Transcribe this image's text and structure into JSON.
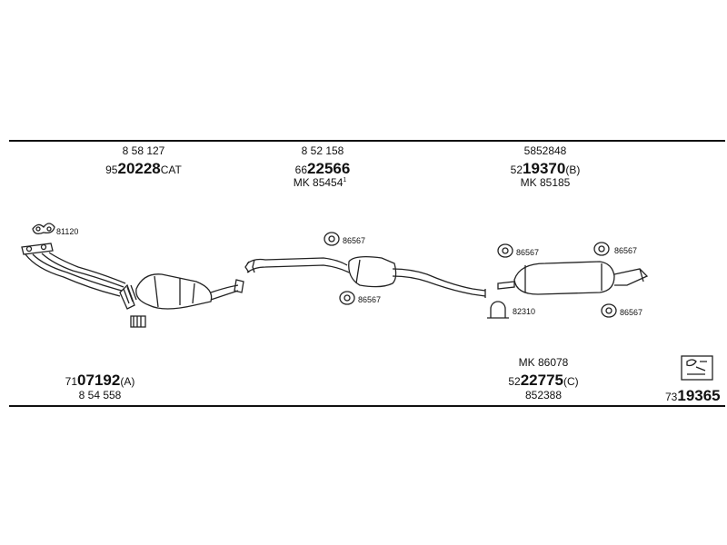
{
  "top_left": {
    "ref": "8 58 127",
    "code_prefix": "95",
    "code_main": "20228",
    "code_suffix": "CAT"
  },
  "top_center": {
    "ref": "8 52 158",
    "code_prefix": "66",
    "code_main": "22566",
    "mk": "MK 85454",
    "mk_sup": "1"
  },
  "top_right": {
    "ref": "5852848",
    "code_prefix": "52",
    "code_main": "19370",
    "code_suffix": "(B)",
    "mk": "MK 85185"
  },
  "bottom_left": {
    "code_prefix": "71",
    "code_main": "07192",
    "code_suffix": "(A)",
    "ref": "8 54 558"
  },
  "bottom_center": {
    "mk": "MK 86078",
    "code_prefix": "52",
    "code_main": "22775",
    "code_suffix": "(C)",
    "ref": "852388"
  },
  "bottom_right": {
    "code_prefix": "73",
    "code_main": "19365"
  },
  "parts": {
    "gasket": "81120",
    "hanger_mid_top": "86567",
    "hanger_mid_bottom": "86567",
    "hanger_rear_left": "86567",
    "hanger_rear_right_top": "86567",
    "hanger_rear_right_bottom": "86567",
    "clamp": "82310"
  }
}
